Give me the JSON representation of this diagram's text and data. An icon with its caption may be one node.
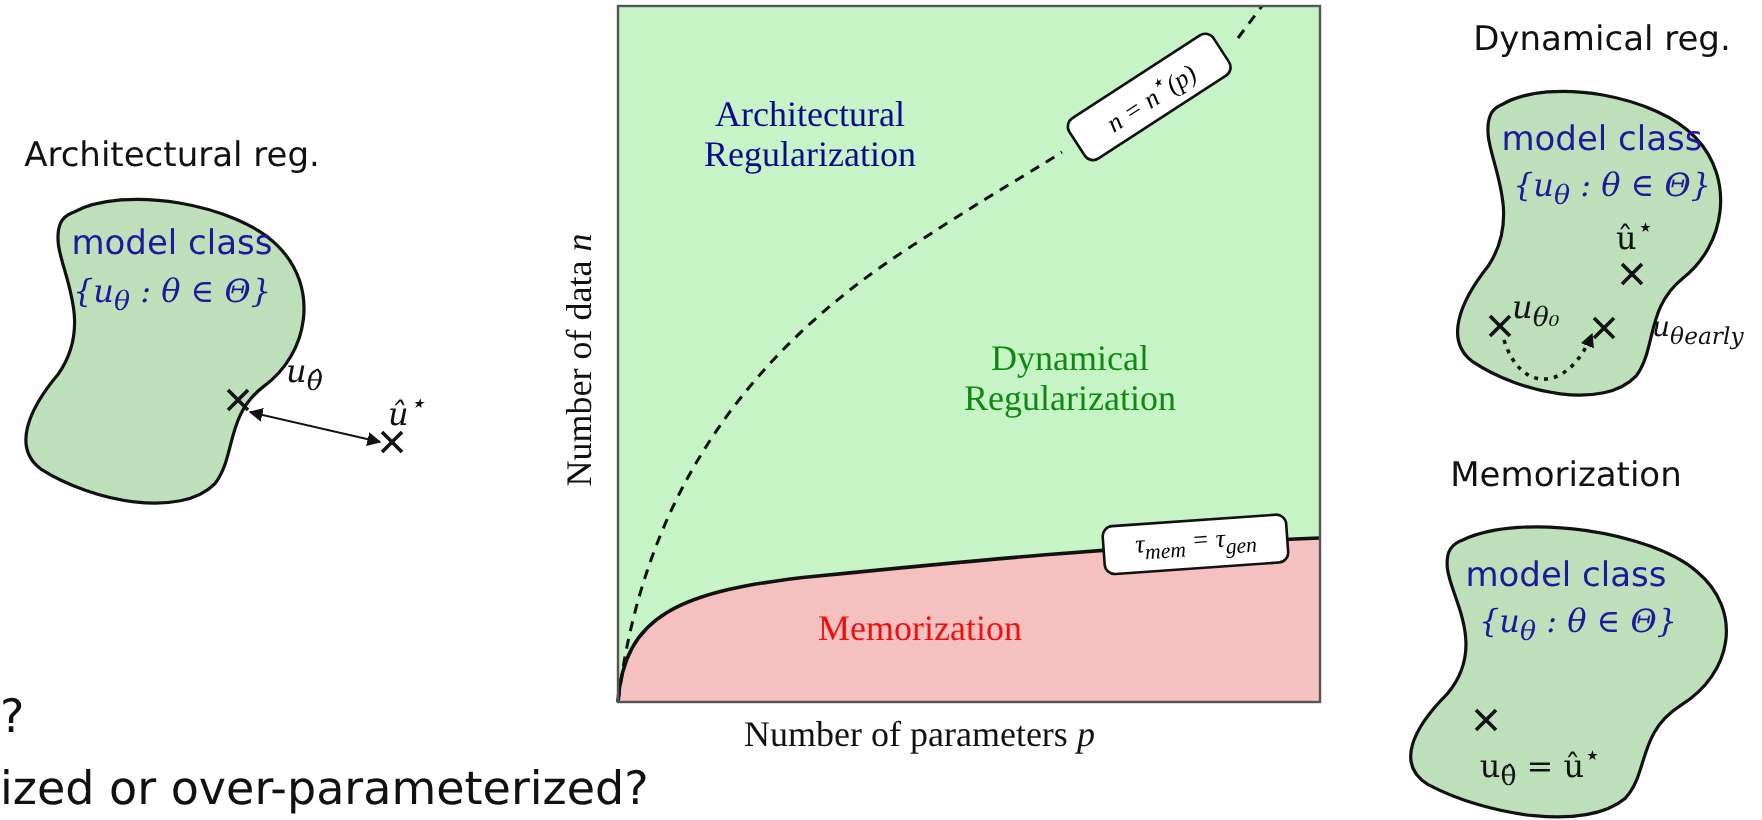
{
  "diagram": {
    "nodes": [
      {
        "text": [
          "Architectural reg.",
          "model class",
          "{u$_{θ}$ : θ ∈ Θ}"
        ]
      },
      {
        "text": [
          "u$_{θ̂}$"
        ],
        "in": 0
      },
      {
        "text": [
          "û$^{⋆}$"
        ]
      },
      {
        "text": [
          "n = n$^{⋆}$(p)"
        ]
      },
      {
        "text": [
          "τ$_{mem}$ = τ$_{gen}$"
        ]
      },
      {
        "text": [
          "Dynamical reg.",
          "model class",
          "{u$_{θ}$ : θ ∈ Θ}",
          "û$^{⋆}$"
        ]
      },
      {
        "text": [
          "u$_{θ₀}$"
        ],
        "in": 5
      },
      {
        "text": [
          "u$_{θ}$$_{early}$"
        ]
      },
      {
        "text": [
          "Memorization",
          "model class",
          "{u$_{θ}$ : θ ∈ Θ}",
          "u$_{θ̂}$ = û$^{⋆}$"
        ]
      }
    ],
    "edges": [
      {
        "from": 1,
        "to": 2,
        "arrow": "both"
      },
      {
        "from": 6,
        "to": 7,
        "arrow": "to",
        "style": "dashed"
      }
    ],
    "labels": [
      "Architectural Regularization",
      "Dynamical Regularization",
      "Memorization",
      "Number of data *n*",
      "Number of parameters *p*",
      "?",
      "ized or over-parameterized?"
    ]
  }
}
